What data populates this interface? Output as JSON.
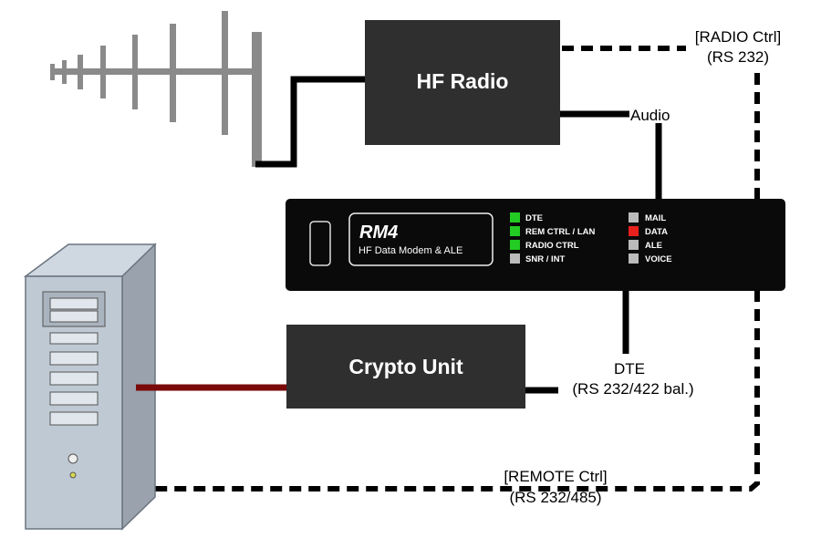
{
  "hf_radio": {
    "label": "HF Radio"
  },
  "crypto_unit": {
    "label": "Crypto Unit"
  },
  "modem": {
    "brand": "RM4",
    "subtitle": "HF Data Modem & ALE",
    "leds_left": [
      {
        "label": "DTE",
        "color": "#22cc22"
      },
      {
        "label": "REM CTRL / LAN",
        "color": "#22cc22"
      },
      {
        "label": "RADIO CTRL",
        "color": "#22cc22"
      },
      {
        "label": "SNR / INT",
        "color": "#bbbbbb"
      }
    ],
    "leds_right": [
      {
        "label": "MAIL",
        "color": "#bbbbbb"
      },
      {
        "label": "DATA",
        "color": "#e8201c"
      },
      {
        "label": "ALE",
        "color": "#bbbbbb"
      },
      {
        "label": "VOICE",
        "color": "#bbbbbb"
      }
    ]
  },
  "labels": {
    "radio_ctrl_1": "[RADIO Ctrl]",
    "radio_ctrl_2": "(RS 232)",
    "audio": "Audio",
    "dte_1": "DTE",
    "dte_2": "(RS 232/422 bal.)",
    "remote_ctrl_1": "[REMOTE Ctrl]",
    "remote_ctrl_2": "(RS 232/485)"
  },
  "colors": {
    "box_fill": "#2f2f2f",
    "modem_fill": "#0a0a0a",
    "antenna": "#8a8a8a",
    "crypto_link": "#7a0a0a",
    "line": "#000000"
  }
}
